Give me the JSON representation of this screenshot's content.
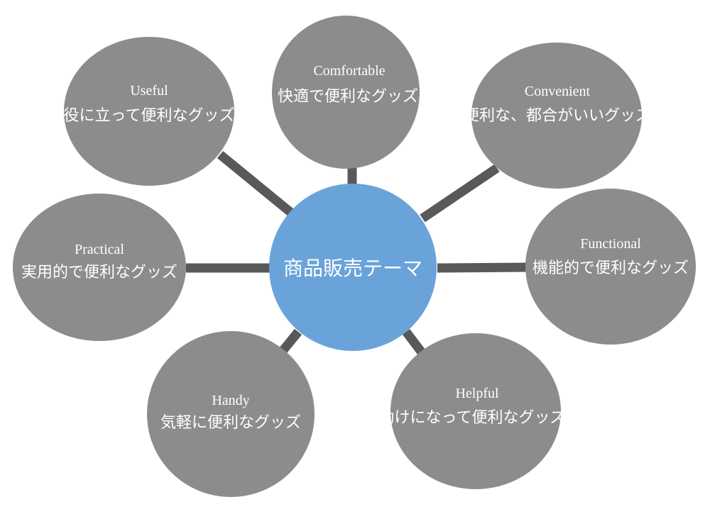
{
  "center": {
    "label": "商品販売テーマ",
    "color": "#6aa3d9"
  },
  "node_color": "#8c8c8c",
  "connector_color": "#595959",
  "nodes": [
    {
      "id": "comfortable",
      "en": "Comfortable",
      "ja": "快適で便利なグッズ"
    },
    {
      "id": "convenient",
      "en": "Convenient",
      "ja": "便利な、都合がいいグッズ"
    },
    {
      "id": "functional",
      "en": "Functional",
      "ja": "機能的で便利なグッズ"
    },
    {
      "id": "helpful",
      "en": "Helpful",
      "ja": "助けになって便利なグッズ"
    },
    {
      "id": "handy",
      "en": "Handy",
      "ja": "気軽に便利なグッズ"
    },
    {
      "id": "practical",
      "en": "Practical",
      "ja": "実用的で便利なグッズ"
    },
    {
      "id": "useful",
      "en": "Useful",
      "ja": "役に立って便利なグッズ"
    }
  ]
}
